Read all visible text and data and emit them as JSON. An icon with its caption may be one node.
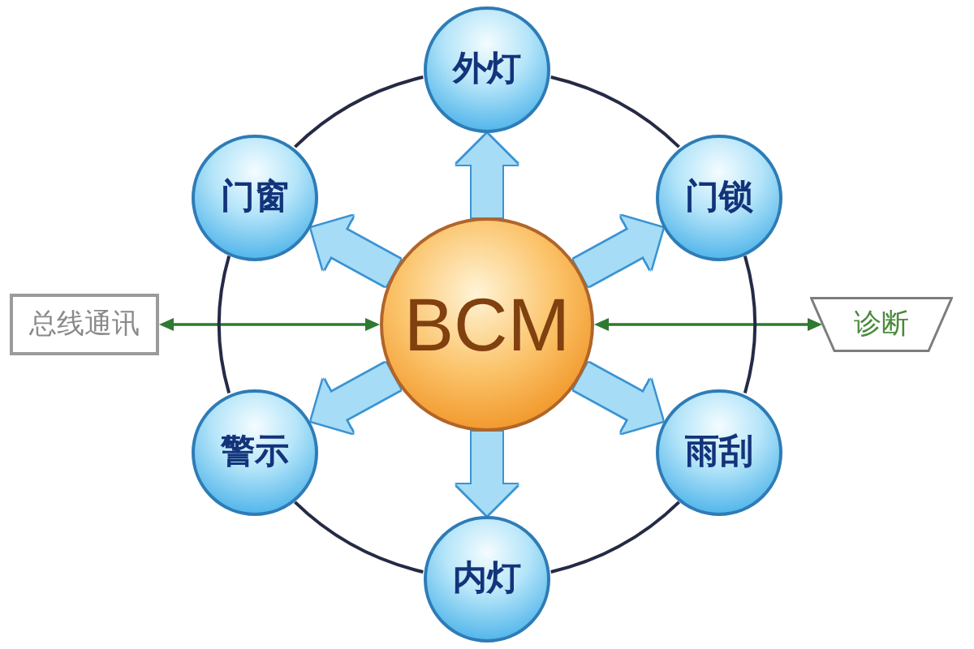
{
  "diagram": {
    "nodes": [
      {
        "text": [
          "外灯"
        ]
      },
      {
        "text": [
          "门窗"
        ]
      },
      {
        "text": [
          "门锁"
        ]
      },
      {
        "text": [
          "总线通讯"
        ]
      },
      {
        "text": [
          "BCM"
        ]
      },
      {
        "text": [
          "诊断"
        ]
      },
      {
        "text": [
          "警示"
        ]
      },
      {
        "text": [
          "雨刮"
        ]
      },
      {
        "text": [
          "内灯"
        ]
      }
    ],
    "edges": [
      {
        "from": 4,
        "to": 0,
        "arrow": "to",
        "style": "thick",
        "color": "#a6dcf5"
      },
      {
        "from": 4,
        "to": 1,
        "arrow": "to",
        "style": "thick",
        "color": "#a6dcf5"
      },
      {
        "from": 4,
        "to": 2,
        "arrow": "to",
        "style": "thick",
        "color": "#a6dcf5"
      },
      {
        "from": 4,
        "to": 6,
        "arrow": "to",
        "style": "thick",
        "color": "#a6dcf5"
      },
      {
        "from": 4,
        "to": 7,
        "arrow": "to",
        "style": "thick",
        "color": "#a6dcf5"
      },
      {
        "from": 4,
        "to": 8,
        "arrow": "to",
        "style": "thick",
        "color": "#a6dcf5"
      },
      {
        "from": 3,
        "to": 4,
        "arrow": "both",
        "color": "#2f7a2f"
      },
      {
        "from": 4,
        "to": 5,
        "arrow": "both",
        "color": "#2f7a2f"
      },
      {
        "from": 0,
        "to": 2,
        "arrow": "none",
        "color": "#252a45"
      },
      {
        "from": 2,
        "to": 7,
        "arrow": "none",
        "color": "#252a45"
      },
      {
        "from": 7,
        "to": 8,
        "arrow": "none",
        "color": "#252a45"
      },
      {
        "from": 8,
        "to": 6,
        "arrow": "none",
        "color": "#252a45"
      },
      {
        "from": 6,
        "to": 1,
        "arrow": "none",
        "color": "#252a45"
      },
      {
        "from": 1,
        "to": 0,
        "arrow": "none",
        "color": "#252a45"
      }
    ]
  }
}
